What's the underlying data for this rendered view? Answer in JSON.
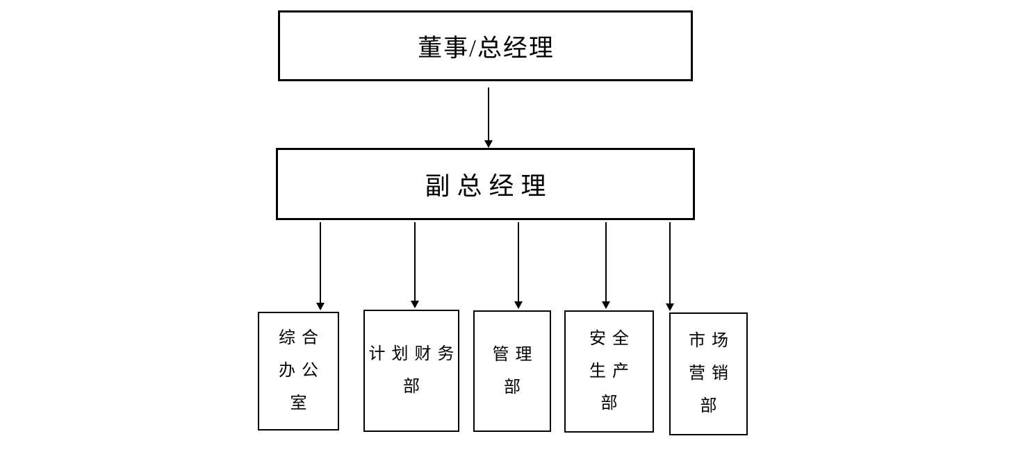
{
  "org_chart": {
    "root": {
      "name": "董事/总经理",
      "label": "董事/总经理"
    },
    "deputy": {
      "name": "副总经理",
      "label": "副总经理"
    },
    "departments": [
      {
        "name": "综合办公室",
        "label": "综合\n办公\n室"
      },
      {
        "name": "计划财务部",
        "label": "计划财务\n部"
      },
      {
        "name": "管理部",
        "label": "管理\n部"
      },
      {
        "name": "安全生产部",
        "label": "安全\n生产\n部"
      },
      {
        "name": "市场营销部",
        "label": "市场\n营销\n部"
      }
    ],
    "colors": {
      "border": "#000000",
      "background": "#ffffff",
      "text": "#000000"
    }
  }
}
